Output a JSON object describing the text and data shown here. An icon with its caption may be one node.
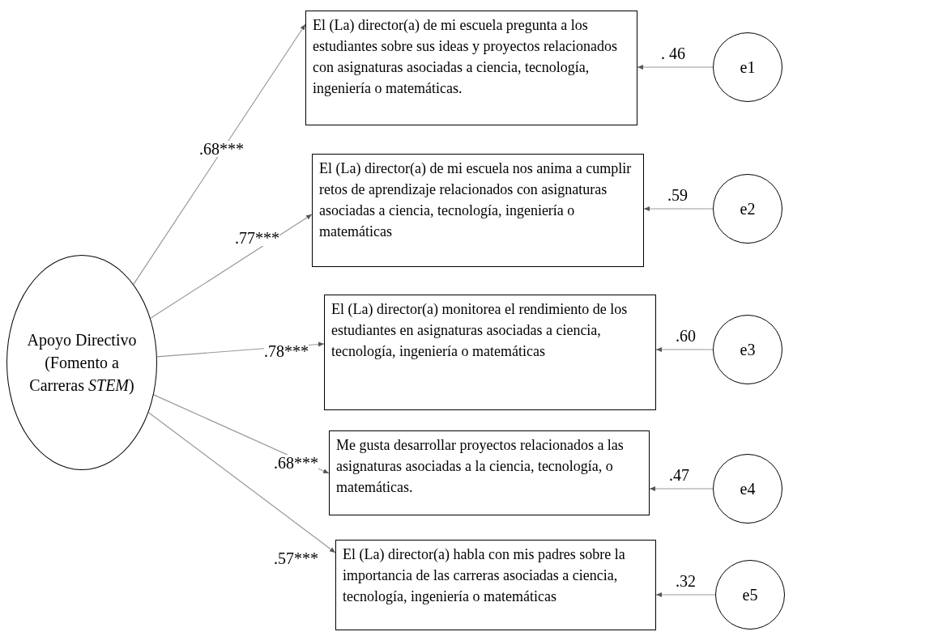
{
  "diagram": {
    "nodes": [
      {
        "text": [
          "Apoyo Directivo (Fomento a Carreras *STEM*)"
        ]
      },
      {
        "text": [
          "El (La) director(a) de mi escuela pregunta a los estudiantes sobre sus ideas y proyectos relacionados con asignaturas asociadas a ciencia, tecnología, ingeniería o matemáticas."
        ]
      },
      {
        "text": [
          "e1"
        ]
      },
      {
        "text": [
          "El (La) director(a) de mi escuela nos anima a cumplir retos de aprendizaje relacionados con asignaturas asociadas a ciencia, tecnología, ingeniería o matemáticas"
        ]
      },
      {
        "text": [
          "e2"
        ]
      },
      {
        "text": [
          "El (La) director(a) monitorea el rendimiento de los estudiantes en asignaturas asociadas a ciencia, tecnología, ingeniería o matemáticas"
        ]
      },
      {
        "text": [
          "e3"
        ]
      },
      {
        "text": [
          "Me gusta desarrollar proyectos relacionados a las asignaturas asociadas a la ciencia, tecnología, o matemáticas."
        ]
      },
      {
        "text": [
          "e4"
        ]
      },
      {
        "text": [
          "El (La) director(a) habla con mis padres sobre la importancia de las carreras asociadas a ciencia, tecnología, ingeniería o matemáticas"
        ]
      },
      {
        "text": [
          "e5"
        ]
      }
    ],
    "edges": [
      {
        "from": 0,
        "to": 1,
        "arrow": "to",
        "label": ".68***"
      },
      {
        "from": 0,
        "to": 3,
        "arrow": "to",
        "label": ".77***"
      },
      {
        "from": 0,
        "to": 5,
        "arrow": "to",
        "label": ".78***"
      },
      {
        "from": 0,
        "to": 7,
        "arrow": "to",
        "label": ".68***"
      },
      {
        "from": 0,
        "to": 9,
        "arrow": "to",
        "label": ".57***"
      },
      {
        "from": 2,
        "to": 1,
        "arrow": "to",
        "label": ". 46"
      },
      {
        "from": 4,
        "to": 3,
        "arrow": "to",
        "label": ".59"
      },
      {
        "from": 6,
        "to": 5,
        "arrow": "to",
        "label": ".60"
      },
      {
        "from": 8,
        "to": 7,
        "arrow": "to",
        "label": ".47"
      },
      {
        "from": 10,
        "to": 9,
        "arrow": "to",
        "label": ".32"
      }
    ]
  }
}
